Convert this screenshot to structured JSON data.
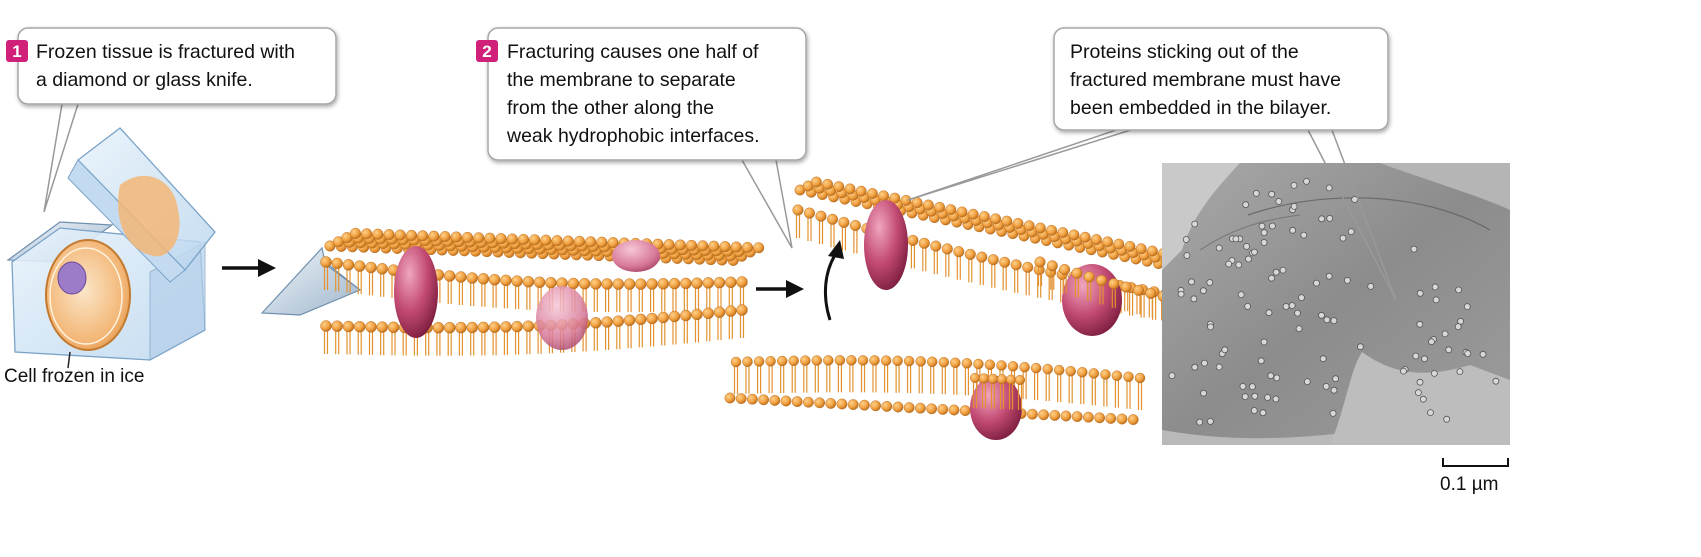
{
  "callouts": [
    {
      "step": "1",
      "lines": [
        "Frozen tissue is fractured with",
        "a diamond or glass knife."
      ]
    },
    {
      "step": "2",
      "lines": [
        "Fracturing causes one half of",
        "the membrane to separate",
        "from the other along the",
        "weak hydrophobic interfaces."
      ]
    },
    {
      "step": "",
      "lines": [
        "Proteins sticking out of the",
        "fractured membrane must have",
        "been embedded in the bilayer."
      ]
    }
  ],
  "cell_label": "Cell frozen in ice",
  "scale_bar_label": "0.1 µm",
  "colors": {
    "step_badge": "#d0207a",
    "lipid_head": "#f0a040",
    "lipid_tail": "#e3922f",
    "protein": "#b83a62",
    "ice_block": "#cfe3f4",
    "micrograph": "#8f8f8f"
  }
}
